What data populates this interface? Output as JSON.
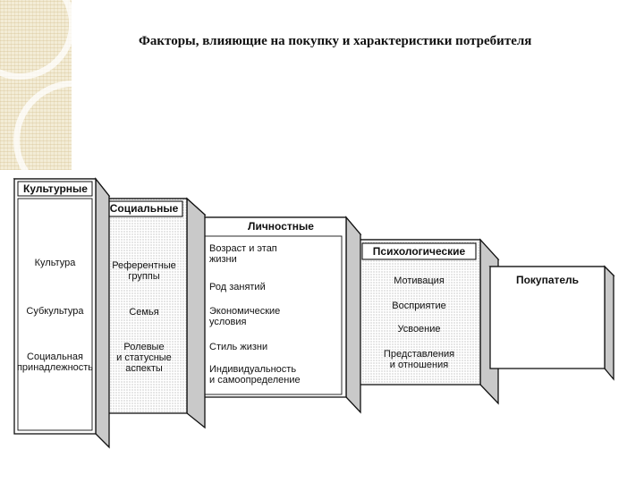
{
  "title": "Факторы, влияющие на покупку и характеристики потребителя",
  "colors": {
    "line": "#111111",
    "front": "#ffffff",
    "side": "#d6d6d6",
    "top": "#ececec",
    "dotted": "#e4e4e4",
    "decor": "#f3ecd6"
  },
  "boxes": {
    "cultural": {
      "header": "Культурные",
      "items": [
        "Культура",
        "Субкультура",
        "Социальная\nпринадлежность"
      ]
    },
    "social": {
      "header": "Социальные",
      "items": [
        "Референтные\nгруппы",
        "Семья",
        "Ролевые\nи статусные\nаспекты"
      ]
    },
    "personal": {
      "header": "Личностные",
      "items": [
        "Возраст и этап\nжизни",
        "Род занятий",
        "Экономические\nусловия",
        "Стиль жизни",
        "Индивидуальность\nи самоопределение"
      ]
    },
    "psychological": {
      "header": "Психологические",
      "items": [
        "Мотивация",
        "Восприятие",
        "Усвоение",
        "Представления\nи отношения"
      ]
    },
    "buyer": {
      "header": "Покупатель"
    }
  }
}
